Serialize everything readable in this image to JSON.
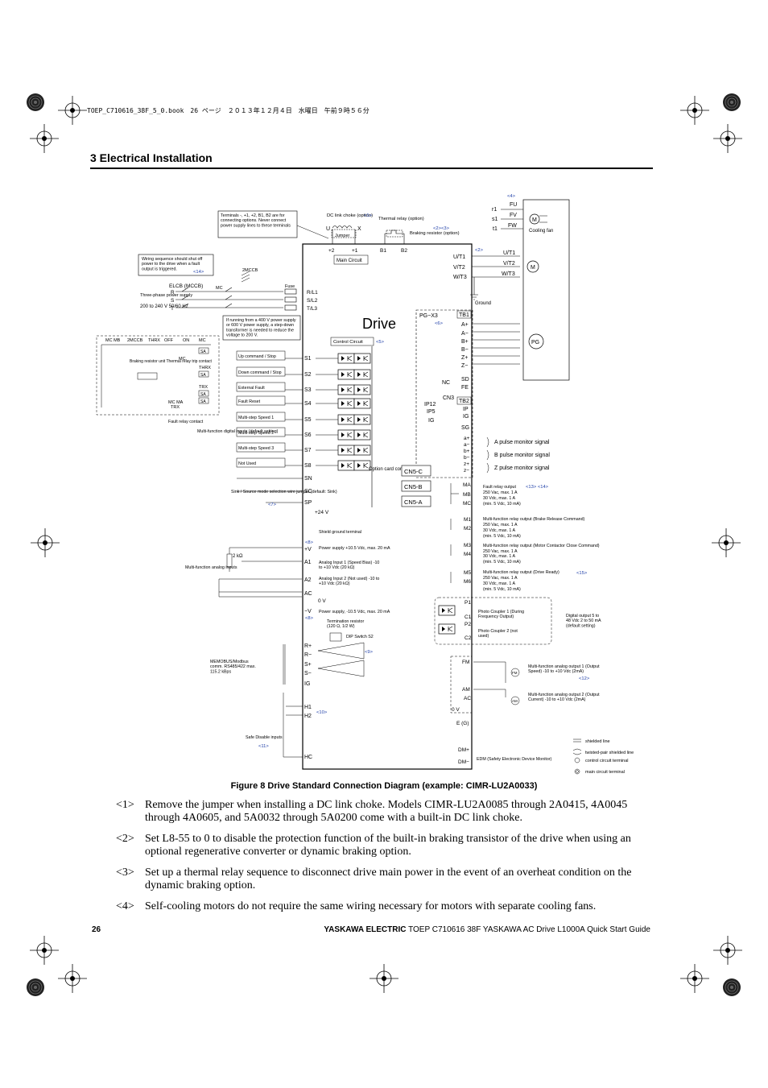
{
  "print_header": "TOEP_C710616_38F_5_0.book　26 ページ　２０１３年１２月４日　水曜日　午前９時５６分",
  "section_title": "3  Electrical Installation",
  "diagram": {
    "drive_label": "Drive",
    "terminals_note": "Terminals -, +1, +2, B1, B2 are for connecting options. Never connect power supply lines to these terminals",
    "dc_choke": "DC link choke (option)",
    "dc_choke_ref": "<1>",
    "thermal_relay": "Thermal relay (option)",
    "braking_resistor": "Braking resistor (option)",
    "ref23": "<2><3>",
    "jumper": "Jumper",
    "main_circuit": "Main Circuit",
    "main_terms": [
      "+2",
      "+1",
      "B1",
      "B2"
    ],
    "u_label": "U",
    "x_label": "X",
    "ref4": "<4>",
    "fan_terms": [
      "FU",
      "FV",
      "FW"
    ],
    "fan_inputs": [
      "r1",
      "s1",
      "t1"
    ],
    "cooling_fan": "Cooling fan",
    "ref2": "<2>",
    "output_terms": [
      "U/T1",
      "V/T2",
      "W/T3"
    ],
    "motor_terms": [
      "U/T1",
      "V/T2",
      "W/T3"
    ],
    "motor_m": "M",
    "ground": "Ground",
    "pg_x3": "PG−X3",
    "tb1": "TB1",
    "ref6": "<6>",
    "pg_terms": [
      "A+",
      "A−",
      "B+",
      "B−",
      "Z+",
      "Z−"
    ],
    "pg": "PG",
    "nc": "NC",
    "sd": "SD",
    "fe": "FE",
    "cn3": "CN3",
    "tb2": "TB2",
    "ip12": "IP12",
    "ip5": "IP5",
    "ig": "IG",
    "ip": "IP",
    "sg": "SG",
    "pulse_terms": [
      "a+",
      "a−",
      "b+",
      "b−",
      "z+",
      "z−"
    ],
    "pulse_signals": [
      "A pulse monitor signal",
      "B pulse monitor signal",
      "Z pulse monitor signal"
    ],
    "seq_note": "Wiring sequence should shut off power to the drive when a fault output is triggered.",
    "ref14": "<14>",
    "mccb2": "2MCCB",
    "elcb": "ELCB (MCCB)",
    "mc": "MC",
    "rst": [
      "R",
      "S",
      "T"
    ],
    "three_phase": "Three-phase power supply",
    "voltage": "200 to 240 V 50/60 Hz",
    "fuse": "Fuse",
    "input_terms": [
      "R/L1",
      "S/L2",
      "T/L3"
    ],
    "transformer_note": "If running from a 400 V power supply or 600 V power supply, a step-down transformer is needed to reduce the voltage to 200 V.",
    "seq_labels": [
      "MC MB",
      "2MCCB",
      "THRX",
      "OFF",
      "ON",
      "MC"
    ],
    "sa": "SA",
    "braking_trip": "Braking resistor unit Thermal relay trip contact",
    "thrx": "THRX",
    "trx": "TRX",
    "mc_ma": "MC MA",
    "fault_relay_contact": "Fault relay contact",
    "control_circuit": "Control Circuit",
    "ref5": "<5>",
    "digital_inputs": [
      {
        "label": "Up command / Stop",
        "term": "S1"
      },
      {
        "label": "Down command / Stop",
        "term": "S2"
      },
      {
        "label": "External Fault",
        "term": "S3"
      },
      {
        "label": "Fault Reset",
        "term": "S4"
      },
      {
        "label": "Multi-step Speed 1",
        "term": "S5"
      },
      {
        "label": "Multi-step Speed 2",
        "term": "S6"
      },
      {
        "label": "Multi-step Speed 3",
        "term": "S7"
      },
      {
        "label": "Not Used",
        "term": "S8"
      }
    ],
    "mf_digital": "Multi-function digital inputs (default setting)",
    "sn": "SN",
    "sc": "SC",
    "sp": "SP",
    "sink_source": "Sink / Source mode selection wire jumper (default: Sink)",
    "ref7": "<7>",
    "plus24": "+24 V",
    "option_card": "Option card connector",
    "cn5": [
      "CN5-C",
      "CN5-B",
      "CN5-A"
    ],
    "shield_ground": "Shield ground terminal",
    "ref8": "<8>",
    "plusv": "+V",
    "psu_plus": "Power supply +10.5 Vdc, max. 20 mA",
    "a1": "A1",
    "ai1": "Analog Input 1 (Speed Bias) -10 to +10 Vdc (20 kΩ)",
    "two_k": "2 kΩ",
    "mf_analog": "Multi-function analog inputs",
    "a2": "A2",
    "ai2": "Analog Input 2 (Not used) -10 to +10 Vdc  (20 kΩ)",
    "ac": "AC",
    "zero_v": "0 V",
    "minusv": "−V",
    "psu_minus": "Power supply, -10.5 Vdc, max. 20 mA",
    "term_res": "Termination resistor (120 Ω, 1/2 W)",
    "dip": "DIP Switch S2",
    "ref9": "<9>",
    "comm_terms": [
      "R+",
      "R−",
      "S+",
      "S−",
      "IG"
    ],
    "memobus": "MEMOBUS/Modbus comm. RS485/422 max. 115.2 kBps",
    "h1": "H1",
    "h2": "H2",
    "ref10": "<10>",
    "safe_disable": "Safe Disable inputs",
    "ref11": "<11>",
    "hc": "HC",
    "relay_terms": [
      "MA",
      "MB",
      "MC"
    ],
    "fault_relay": "Fault relay output",
    "ref1314": "<13> <14>",
    "fault_relay_spec": [
      "250 Vac, max. 1 A",
      "30 Vdc, max. 1 A",
      "(min. 5 Vdc, 10 mA)"
    ],
    "m12": [
      "M1",
      "M2"
    ],
    "mf_relay1": "Multi-function relay output (Brake Release Command)",
    "relay_spec1": [
      "250 Vac, max. 1 A",
      "30 Vdc, max. 1 A",
      "(min. 5 Vdc, 10 mA)"
    ],
    "m34": [
      "M3",
      "M4"
    ],
    "mf_relay2": "Multi-function relay output (Motor Contactor Close Command)",
    "relay_spec2": [
      "250 Vac, max. 1 A",
      "30 Vdc, max. 1 A",
      "(min. 5 Vdc, 10 mA)"
    ],
    "m56": [
      "M5",
      "M6"
    ],
    "mf_relay3": "Multi-function relay output (Drive Ready)",
    "ref15": "<15>",
    "relay_spec3": [
      "250 Vac, max. 1 A",
      "30 Vdc, max. 1 A",
      "(min. 5 Vdc, 10 mA)"
    ],
    "photo_terms": [
      "P1",
      "C1",
      "P2",
      "C2"
    ],
    "pc1": "Photo Coupler 1 (During Frequency Output)",
    "pc2": "Photo Coupler 2 (not used)",
    "digital_out": "Digital output 5 to 48 Vdc 2 to 50 mA (default setting)",
    "fm": "FM",
    "am": "AM",
    "ac2": "AC",
    "zero_v2": "0 V",
    "ao1": "Multi-function analog output 1 (Output Speed) -10 to +10 Vdc (2mA)",
    "ref12": "<12>",
    "ao2": "Multi-function analog output 2 (Output Current) -10 to +10 Vdc (2mA)",
    "fm_meter": "FM",
    "am_meter": "AM",
    "eg": "E (G)",
    "dm_plus": "DM+",
    "dm_minus": "DM−",
    "edm": "EDM (Safety Electronic Device Monitor)",
    "legend": [
      "shielded line",
      "twisted-pair shielded line",
      "control circuit terminal",
      "main circuit terminal"
    ]
  },
  "figure_caption": "Figure 8  Drive Standard Connection Diagram (example: CIMR-LU2A0033)",
  "notes": [
    {
      "num": "<1>",
      "text": "Remove the jumper when installing a DC link choke. Models CIMR-LU2A0085 through 2A0415, 4A0045 through 4A0605, and 5A0032 through 5A0200 come with a built-in DC link choke."
    },
    {
      "num": "<2>",
      "text": "Set L8-55 to 0 to disable the protection function of the built-in braking transistor of the drive when using an optional regenerative converter or dynamic braking option."
    },
    {
      "num": "<3>",
      "text": "Set up a thermal relay sequence to disconnect drive main power in the event of an overheat condition on the dynamic braking option."
    },
    {
      "num": "<4>",
      "text": "Self-cooling motors do not require the same wiring necessary for motors with separate cooling fans."
    }
  ],
  "footer": {
    "page": "26",
    "brand": "YASKAWA ELECTRIC",
    "doc": "TOEP C710616 38F YASKAWA AC Drive L1000A Quick Start Guide"
  },
  "colors": {
    "reference_blue": "#1f3fa8"
  }
}
